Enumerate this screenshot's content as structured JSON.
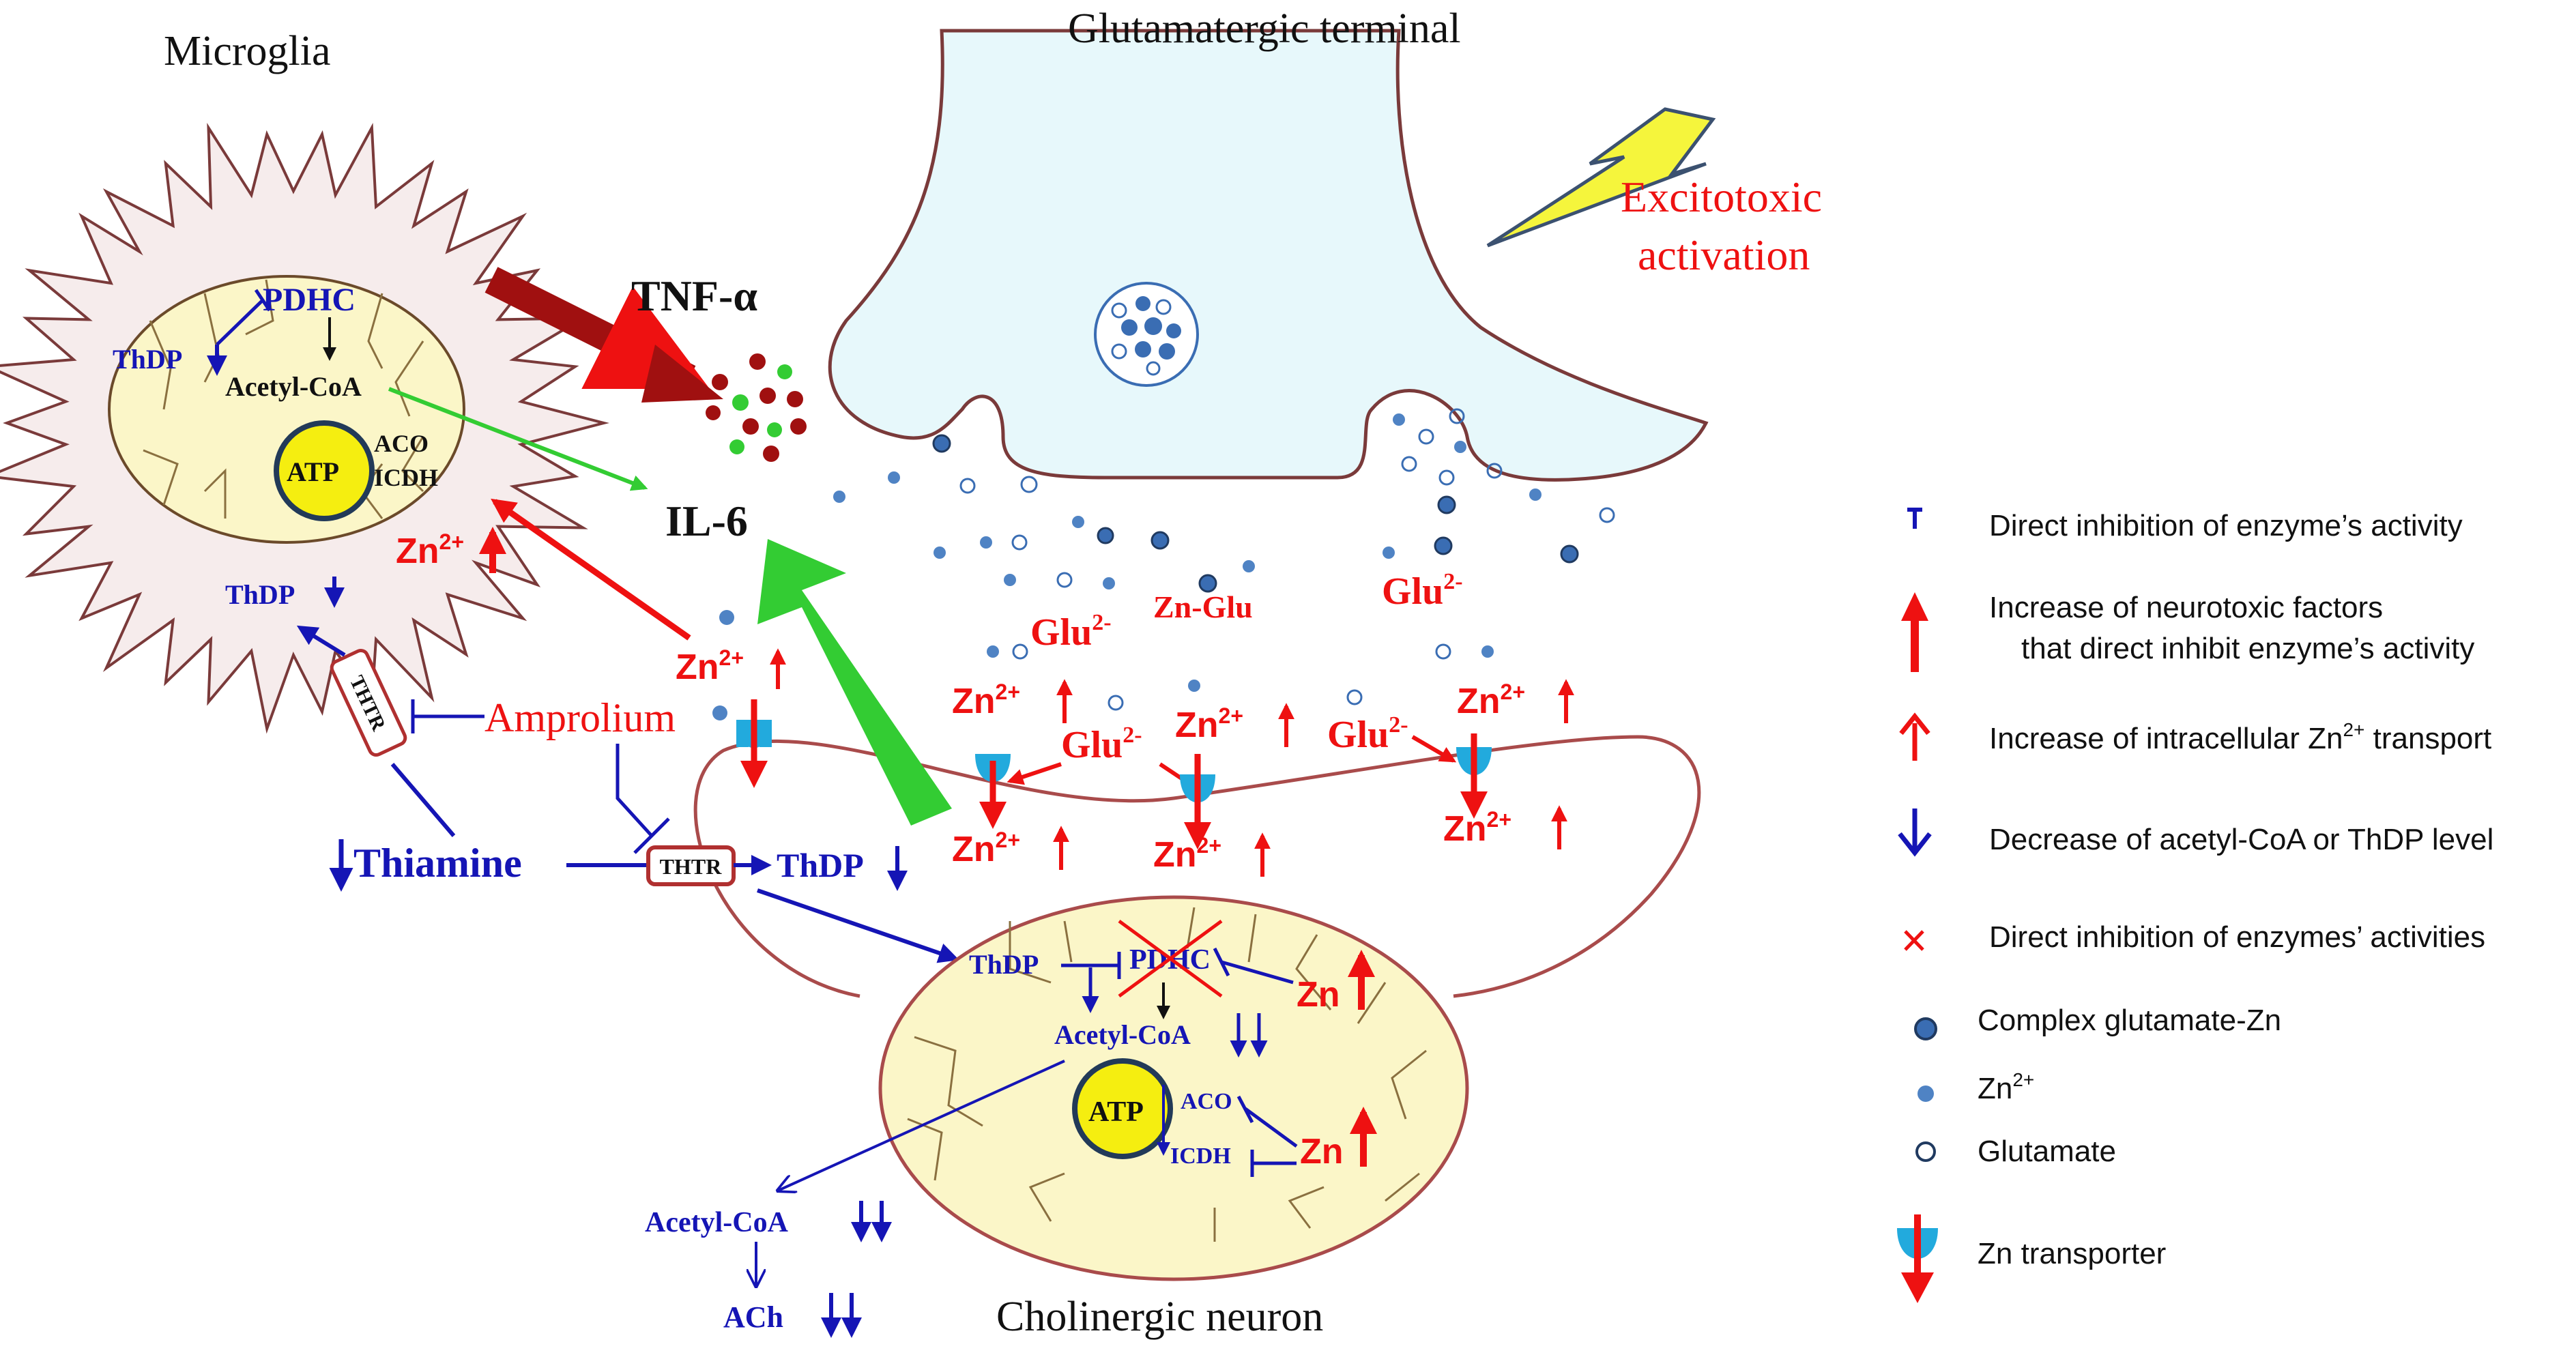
{
  "titles": {
    "microglia": "Microglia",
    "glutamatergic_terminal": "Glutamatergic terminal",
    "cholinergic_neuron": "Cholinergic neuron",
    "excitotoxic_line1": "Excitotoxic",
    "excitotoxic_line2": "activation"
  },
  "microglia": {
    "pdhc": "PDHC",
    "thdp": "ThDP",
    "acetyl_coa": "Acetyl-CoA",
    "atp": "ATP",
    "aco": "ACO",
    "icdh": "ICDH",
    "zn": "Zn",
    "zn_charge": "2+",
    "thdp_cyto": "ThDP",
    "thtr": "THTR"
  },
  "cytokines": {
    "tnf": "TNF-α",
    "il6": "IL-6"
  },
  "drug": {
    "amprolium": "Amprolium"
  },
  "thiamine": {
    "thiamine": "Thiamine",
    "thtr": "THTR",
    "thdp": "ThDP"
  },
  "synapse": {
    "glu_left": "Glu",
    "glu_right": "Glu",
    "glu_mid": "Glu",
    "glu_far": "Glu",
    "glu_charge": "2-",
    "zn_glu": "Zn-Glu",
    "zn": "Zn",
    "zn_charge": "2+"
  },
  "neuron": {
    "thdp": "ThDP",
    "pdhc": "PDHC",
    "acetyl_coa": "Acetyl-CoA",
    "atp": "ATP",
    "aco": "ACO",
    "icdh": "ICDH",
    "zn_top": "Zn",
    "zn_bottom": "Zn",
    "acetyl_coa_out": "Acetyl-CoA",
    "ach": "ACh"
  },
  "legend": {
    "items": [
      {
        "icon": "inhibition-t-icon",
        "text": "Direct inhibition of enzyme’s activity"
      },
      {
        "icon": "bold-red-up-arrow-icon",
        "text": "Increase of neurotoxic factors",
        "text2": "that direct inhibit enzyme’s activity"
      },
      {
        "icon": "red-up-arrow-icon",
        "text": "Increase of intracellular Zn",
        "sup": "2+",
        "tail": " transport"
      },
      {
        "icon": "blue-down-arrow-icon",
        "text": "Decrease of acetyl-CoA or ThDP level"
      },
      {
        "icon": "red-cross-icon",
        "text": "Direct inhibition of enzymes’ activities"
      },
      {
        "icon": "dark-blue-circle-icon",
        "text": "Complex glutamate-Zn"
      },
      {
        "icon": "blue-dot-icon",
        "text": "Zn",
        "sup": "2+"
      },
      {
        "icon": "open-circle-icon",
        "text": "Glutamate"
      },
      {
        "icon": "zn-transporter-icon",
        "text": "Zn transporter"
      }
    ]
  },
  "colors": {
    "red": "#ee1111",
    "blue": "#1515b5",
    "green": "#33cc33",
    "dark_red": "#a01010",
    "terminal_fill": "#e7f8fb",
    "mito_fill": "#fbf6c8",
    "microglia_fill": "#f6ecec",
    "atp_yellow": "#f5ee10",
    "lightning": "#f5f53c"
  }
}
